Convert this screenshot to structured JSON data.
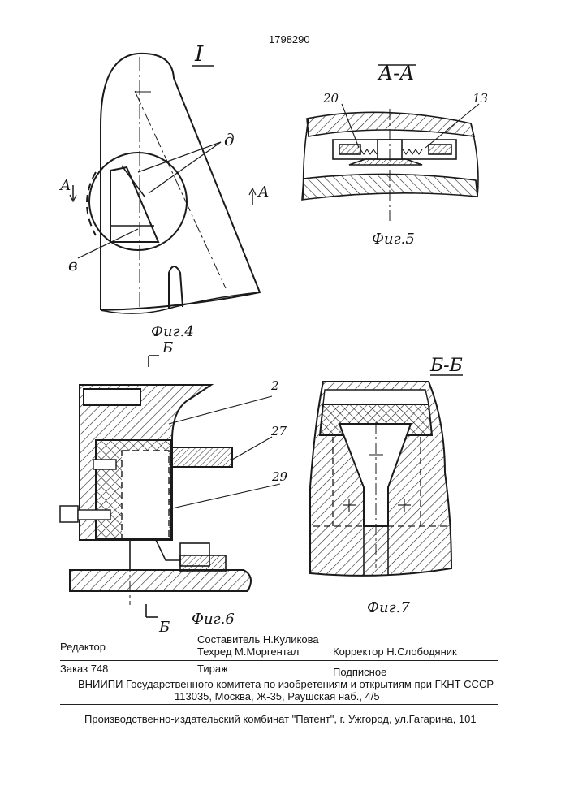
{
  "patent_number": "1798290",
  "figures": {
    "fig4": {
      "view_label": "I",
      "caption": "Фиг.4",
      "labels": {
        "d": "д",
        "v": "в"
      },
      "section_marks": {
        "left": "А",
        "right": "А"
      }
    },
    "fig5": {
      "view_label": "А-А",
      "caption": "Фиг.5",
      "labels": {
        "p20": "20",
        "p13": "13"
      }
    },
    "fig6": {
      "caption": "Фиг.6",
      "section_marks": {
        "top": "Б",
        "bottom": "Б"
      },
      "labels": {
        "p2": "2",
        "p27": "27",
        "p29": "29"
      }
    },
    "fig7": {
      "view_label": "Б-Б",
      "caption": "Фиг.7"
    }
  },
  "footer": {
    "editor_label": "Редактор",
    "compiler": "Составитель  Н.Куликова",
    "techred": "Техред М.Моргентал",
    "corrector": "Корректор  Н.Слободяник",
    "order": "Заказ  748",
    "circulation": "Тираж",
    "subscription": "Подписное",
    "institute": "ВНИИПИ Государственного комитета по изобретениям и открытиям при ГКНТ СССР",
    "address": "113035, Москва, Ж-35, Раушская наб., 4/5",
    "printer": "Производственно-издательский комбинат \"Патент\", г. Ужгород, ул.Гагарина, 101"
  }
}
